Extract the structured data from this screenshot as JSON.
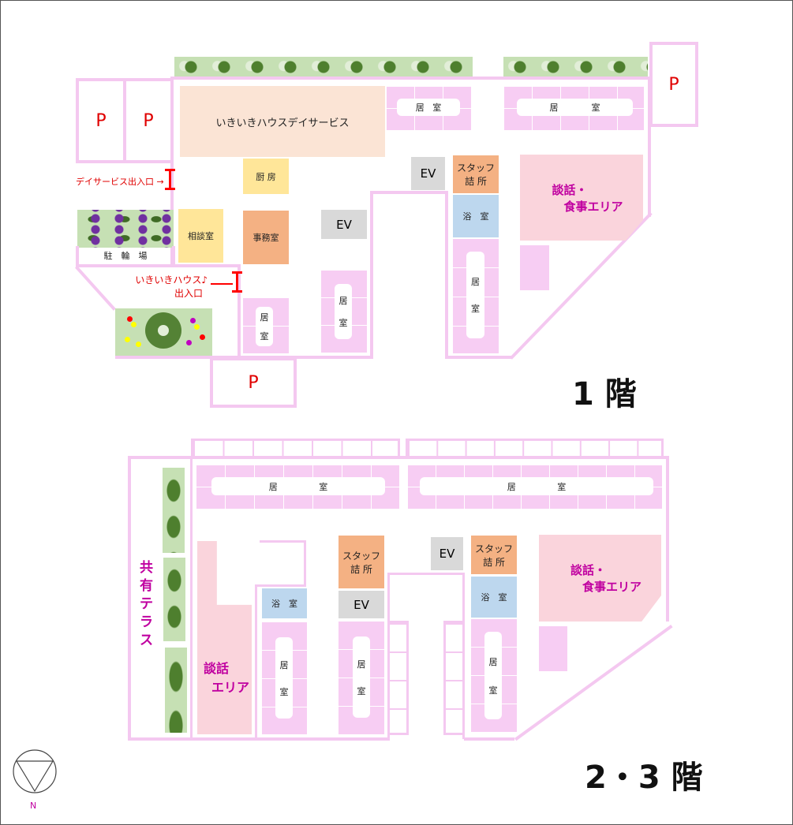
{
  "floor1": {
    "title": "1 階",
    "parking": "P",
    "daycare": "いきいきハウスデイサービス",
    "room": "居",
    "room2": "室",
    "ev": "EV",
    "staff1": "スタッフ",
    "staff2": "詰 所",
    "bath": "浴　室",
    "dining1": "談話・",
    "dining2": "食事エリア",
    "kitchen": "厨 房",
    "consult": "相談室",
    "office": "事務室",
    "bicycle": "駐　輪　場",
    "entrance_day": "デイサービス出入口 →",
    "entrance_main1": "いきいきハウス♪",
    "entrance_main2": "出入口"
  },
  "floor23": {
    "title": "2・3 階",
    "terrace": "共有テラス",
    "talk1": "談話",
    "talk2": "エリア",
    "room": "居",
    "room2": "室",
    "ev": "EV",
    "staff1": "スタッフ",
    "staff2": "詰 所",
    "bath": "浴　室",
    "dining1": "談話・",
    "dining2": "食事エリア"
  },
  "compass": {
    "label": "N"
  },
  "colors": {
    "wall": "#f4c8f0",
    "room": "#f7cdf3",
    "green": "#c6e0b4",
    "accent": "#c000a0",
    "entrance": "#e00000"
  }
}
